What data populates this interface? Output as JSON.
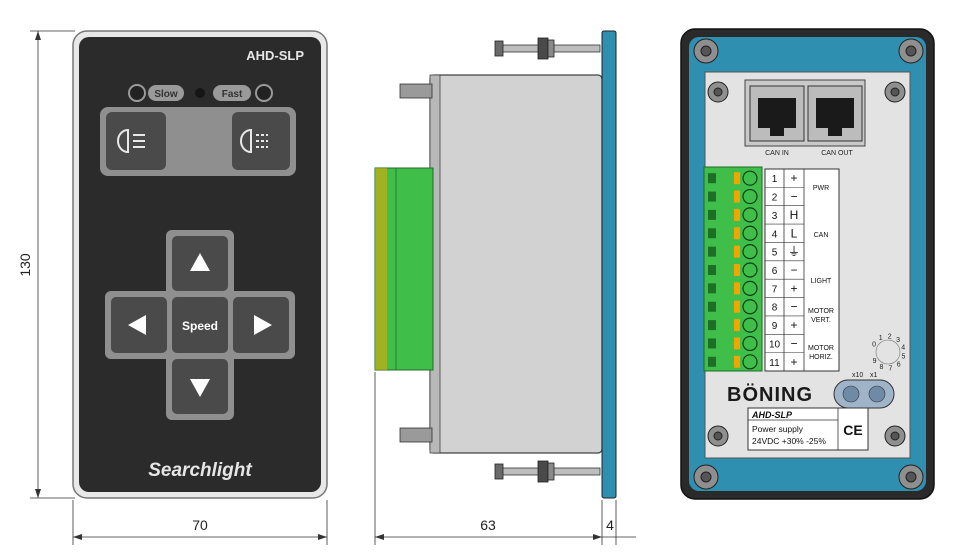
{
  "front": {
    "model": "AHD-SLP",
    "slow_label": "Slow",
    "fast_label": "Fast",
    "speed_label": "Speed",
    "brand": "Searchlight",
    "icons": [
      "low-beam-icon",
      "high-beam-icon",
      "arrow-up-icon",
      "arrow-left-icon",
      "arrow-right-icon",
      "arrow-down-icon"
    ]
  },
  "dimensions": {
    "height": "130",
    "width": "70",
    "depth": "63",
    "flange": "4"
  },
  "rear": {
    "can_in": "CAN IN",
    "can_out": "CAN OUT",
    "terminals": [
      {
        "num": "1",
        "sym": "+"
      },
      {
        "num": "2",
        "sym": "−"
      },
      {
        "num": "3",
        "sym": "H"
      },
      {
        "num": "4",
        "sym": "L"
      },
      {
        "num": "5",
        "sym": "⏚"
      },
      {
        "num": "6",
        "sym": "−"
      },
      {
        "num": "7",
        "sym": "+"
      },
      {
        "num": "8",
        "sym": "−"
      },
      {
        "num": "9",
        "sym": "+"
      },
      {
        "num": "10",
        "sym": "−"
      },
      {
        "num": "11",
        "sym": "+"
      }
    ],
    "groups": {
      "pwr": "PWR",
      "can": "CAN",
      "light": "LIGHT",
      "motor_vert_1": "MOTOR",
      "motor_vert_2": "VERT.",
      "motor_horiz_1": "MOTOR",
      "motor_horiz_2": "HORIZ."
    },
    "dial_digits": [
      "0",
      "1",
      "2",
      "3",
      "4",
      "5",
      "6",
      "7",
      "8",
      "9"
    ],
    "x10": "x10",
    "x1": "x1",
    "logo": "BÖNING",
    "label_title": "AHD-SLP",
    "label_line1": "Power supply",
    "label_line2": "24VDC +30% -25%",
    "ce": "CE"
  },
  "colors": {
    "panel": "#2b2b2b",
    "button": "#4a4a4a",
    "button_frame": "#8f8f8f",
    "housing": "#d2d2d2",
    "connector_green": "#3fbf4a",
    "rear_frame": "#2f8fb0",
    "rear_plate": "#e3e3e3"
  }
}
